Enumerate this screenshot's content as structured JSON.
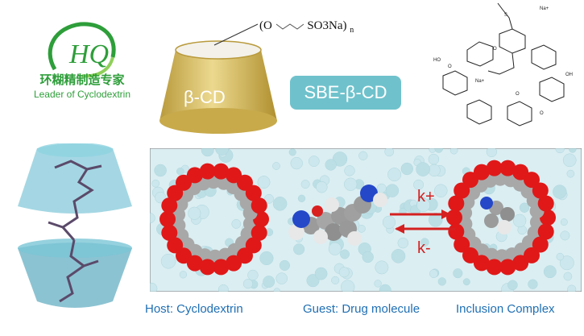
{
  "logo": {
    "letters": "HQ",
    "chinese_name": "环糊精制造专家",
    "tagline": "Leader of Cyclodextrin"
  },
  "cone_label": "β-CD",
  "formula": {
    "open": "(O",
    "group": "SO3Na",
    "close": ")",
    "sub": "n"
  },
  "badge": "SBE-β-CD",
  "structure_labels": [
    "Na+",
    "Na+",
    "HO",
    "OH",
    "O",
    "S",
    "O",
    "O",
    "O"
  ],
  "reaction": {
    "forward": "k+",
    "reverse": "k-"
  },
  "captions": {
    "host": "Host: Cyclodextrin",
    "guest": "Guest: Drug molecule",
    "complex": "Inclusion Complex"
  },
  "colors": {
    "logo_green": "#2e9e3a",
    "badge": "#6fc2cc",
    "caption_blue": "#1f6fb3",
    "oxygen_red": "#e01818",
    "arrow_red": "#d42020",
    "cone_gold": "#d8bf63"
  }
}
